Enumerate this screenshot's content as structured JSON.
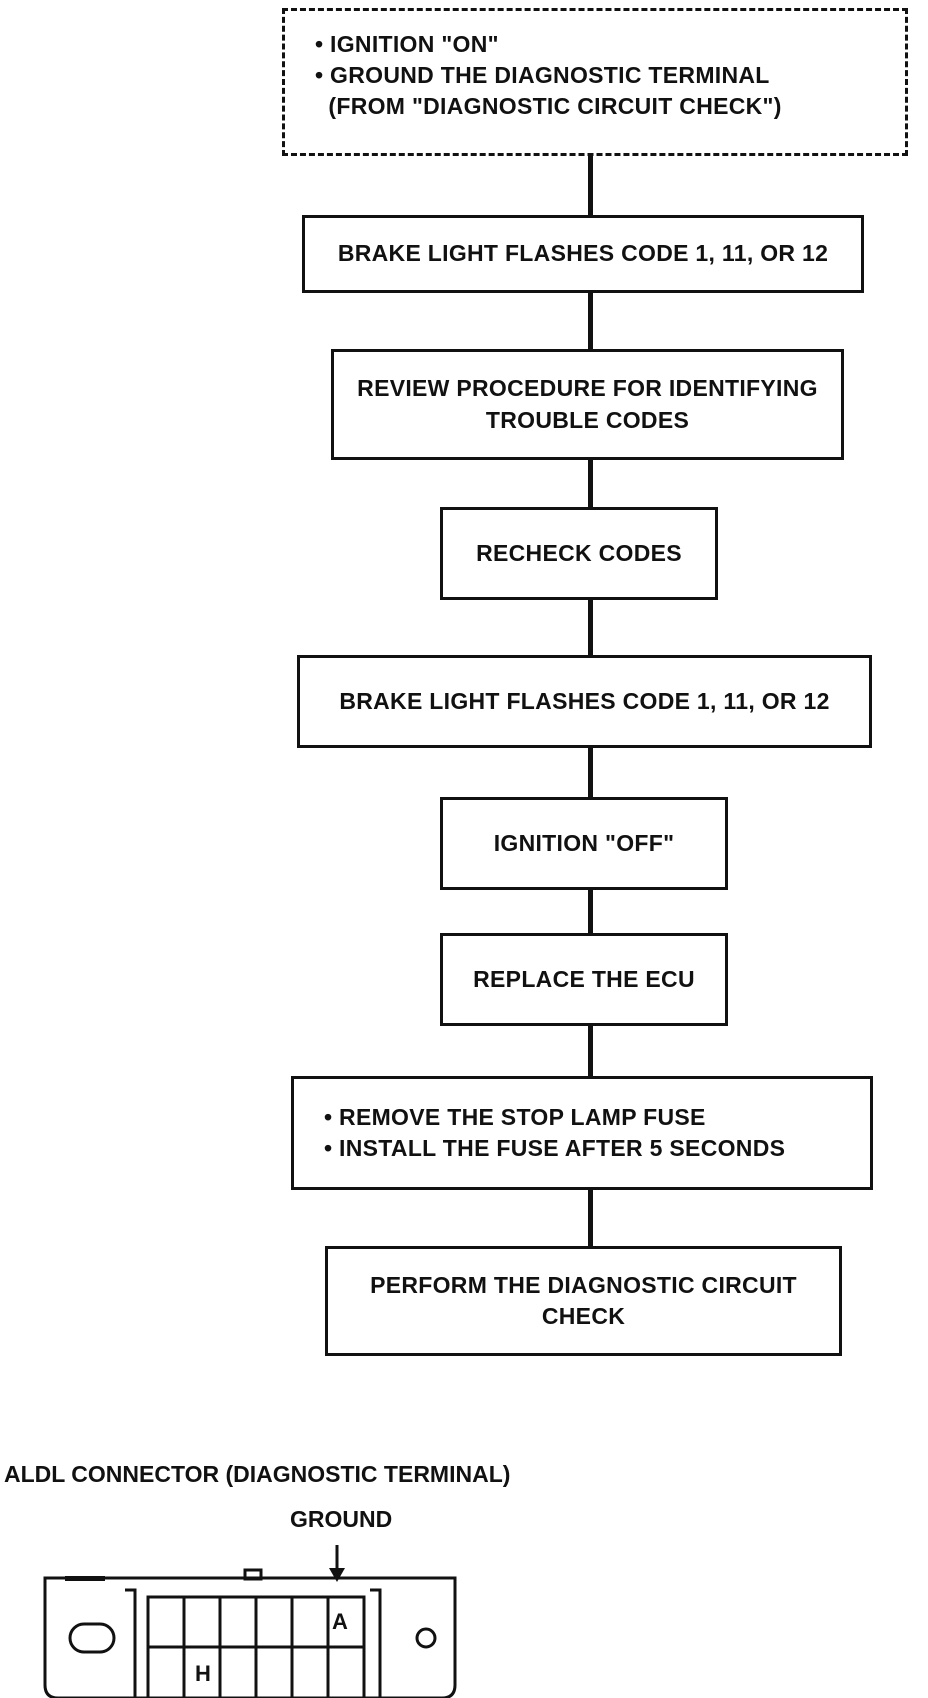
{
  "flowchart": {
    "steps": [
      {
        "lines": [
          "• IGNITION \"ON\"",
          "• GROUND THE DIAGNOSTIC TERMINAL",
          "  (FROM \"DIAGNOSTIC CIRCUIT CHECK\")"
        ]
      },
      {
        "lines": [
          "BRAKE LIGHT FLASHES CODE 1, 11, OR 12"
        ]
      },
      {
        "lines": [
          "REVIEW PROCEDURE FOR IDENTIFYING",
          "TROUBLE CODES"
        ]
      },
      {
        "lines": [
          "RECHECK CODES"
        ]
      },
      {
        "lines": [
          "BRAKE LIGHT FLASHES CODE 1, 11, OR 12"
        ]
      },
      {
        "lines": [
          "IGNITION \"OFF\""
        ]
      },
      {
        "lines": [
          "REPLACE THE ECU"
        ]
      },
      {
        "lines": [
          "• REMOVE THE STOP LAMP FUSE",
          "• INSTALL THE FUSE AFTER 5 SECONDS"
        ]
      },
      {
        "lines": [
          "PERFORM THE DIAGNOSTIC CIRCUIT",
          "CHECK"
        ]
      }
    ]
  },
  "connector": {
    "caption": "ALDL CONNECTOR (DIAGNOSTIC TERMINAL)",
    "ground_label": "GROUND",
    "pin_a": "A",
    "pin_h": "H"
  }
}
